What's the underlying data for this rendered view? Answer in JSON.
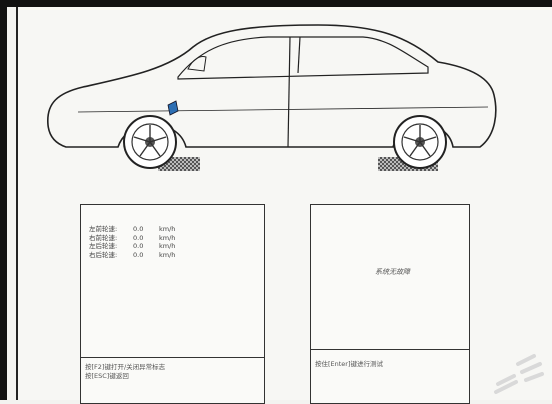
{
  "speeds": [
    {
      "label": "左前轮速:",
      "value": "0.0",
      "unit": "km/h"
    },
    {
      "label": "右前轮速:",
      "value": "0.0",
      "unit": "km/h"
    },
    {
      "label": "左后轮速:",
      "value": "0.0",
      "unit": "km/h"
    },
    {
      "label": "右后轮速:",
      "value": "0.0",
      "unit": "km/h"
    }
  ],
  "status_panel": {
    "text": "系统无故障"
  },
  "left_bottom": {
    "line1": "按[F2]键打开/关闭异常标志",
    "line2": "按[ESC]键返回"
  },
  "right_bottom": {
    "text": "按住[Enter]键进行测试"
  }
}
